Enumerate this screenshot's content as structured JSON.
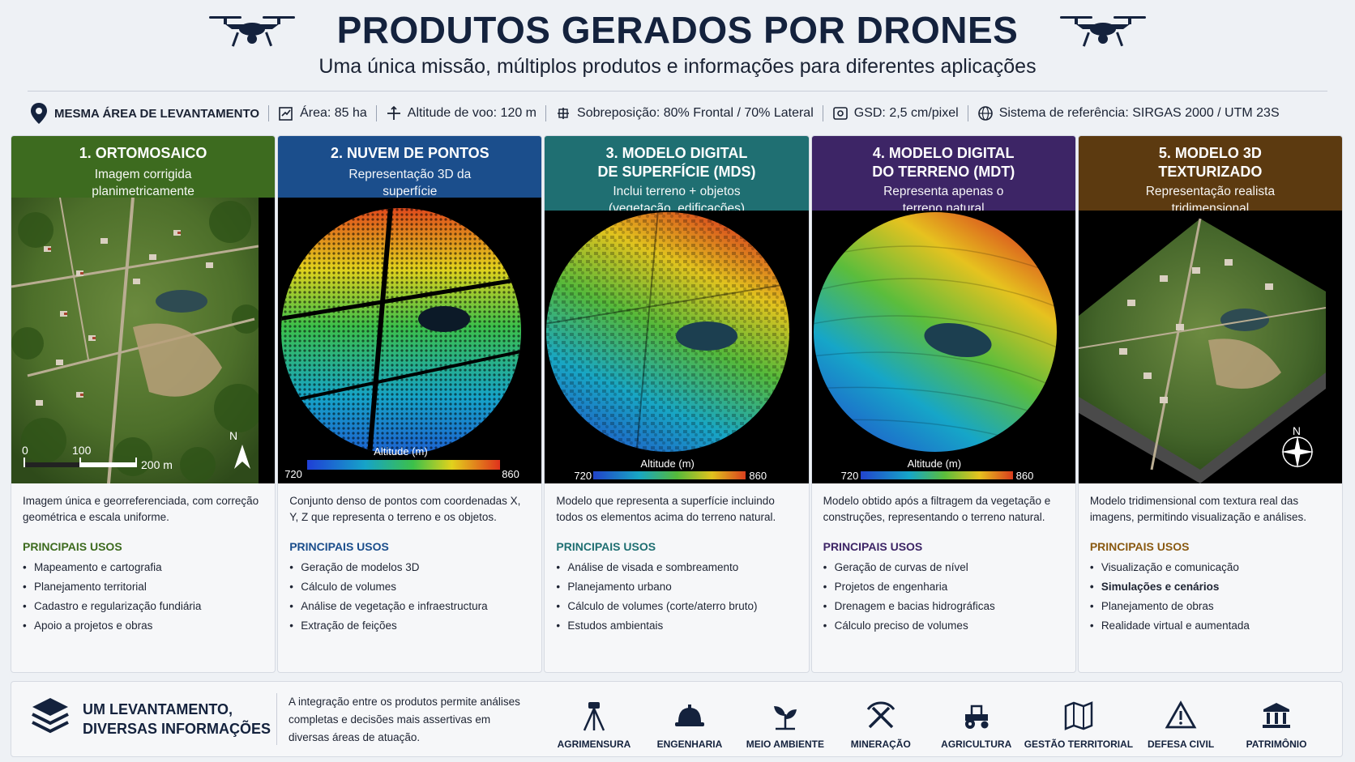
{
  "header": {
    "title": "PRODUTOS GERADOS POR DRONES",
    "subtitle": "Uma única missão, múltiplos produtos e informações para diferentes aplicações"
  },
  "infobar": {
    "main": "MESMA ÁREA DE LEVANTAMENTO",
    "area": "Área: 85 ha",
    "altitude": "Altitude de voo: 120 m",
    "overlap": "Sobreposição: 80% Frontal / 70% Lateral",
    "gsd": "GSD: 2,5 cm/pixel",
    "reference": "Sistema de referência: SIRGAS 2000 / UTM 23S"
  },
  "colors": {
    "ortho": "#3d6b1f",
    "pointcloud": "#1b4e8c",
    "mds": "#1f6f72",
    "mdt": "#3d2566",
    "model3d": "#5c3a10"
  },
  "cards": [
    {
      "title": "1. ORTOMOSAICO",
      "subtitle": "Imagem corrigida\nplanimetricamente",
      "desc": "Imagem única e georreferenciada, com correção geométrica e escala uniforme.",
      "uses_title": "PRINCIPAIS USOS",
      "uses": [
        "Mapeamento e cartografia",
        "Planejamento territorial",
        "Cadastro e regularização fundiária",
        "Apoio a projetos e obras"
      ],
      "scale": [
        "0",
        "100",
        "200 m"
      ],
      "north": "N"
    },
    {
      "title": "2. NUVEM DE PONTOS",
      "subtitle": "Representação 3D da\nsuperfície",
      "desc": "Conjunto denso de pontos com coordenadas X, Y, Z que representa o terreno e os objetos.",
      "uses_title": "PRINCIPAIS USOS",
      "uses": [
        "Geração de modelos 3D",
        "Cálculo de volumes",
        "Análise de vegetação e infraestructura",
        "Extração de feições"
      ],
      "legend_title": "Altitude (m)",
      "legend_min": "720",
      "legend_max": "860"
    },
    {
      "title": "3. MODELO DIGITAL\nDE SUPERFÍCIE (MDS)",
      "subtitle": "Inclui terreno + objetos\n(vegetação, edificações)",
      "desc": "Modelo que representa a superfície incluindo todos os elementos acima do terreno natural.",
      "uses_title": "PRINCIPAIS USOS",
      "uses": [
        "Análise de visada e sombreamento",
        "Planejamento urbano",
        "Cálculo de volumes (corte/aterro bruto)",
        "Estudos ambientais"
      ],
      "legend_title": "Altitude (m)",
      "legend_min": "720",
      "legend_max": "860"
    },
    {
      "title": "4. MODELO DIGITAL\nDO TERRENO (MDT)",
      "subtitle": "Representa apenas o\nterreno natural",
      "desc": "Modelo obtido após a filtragem da vegetação e construções, representando o terreno natural.",
      "uses_title": "PRINCIPAIS USOS",
      "uses": [
        "Geração de curvas de nível",
        "Projetos de engenharia",
        "Drenagem e bacias hidrográficas",
        "Cálculo preciso de volumes"
      ],
      "legend_title": "Altitude (m)",
      "legend_min": "720",
      "legend_max": "860"
    },
    {
      "title": "5. MODELO 3D\nTEXTURIZADO",
      "subtitle": "Representação realista\ntridimensional",
      "desc": "Modelo tridimensional com textura real das imagens, permitindo visualização e análises.",
      "uses_title": "PRINCIPAIS USOS",
      "uses": [
        "Visualização e comunicação",
        "Simulações e cenários",
        "Planejamento de obras",
        "Realidade virtual e aumentada"
      ],
      "north": "N"
    }
  ],
  "footer": {
    "title": "UM LEVANTAMENTO,\nDIVERSAS INFORMAÇÕES",
    "desc": "A integração entre os produtos permite análises completas e decisões mais assertivas em diversas áreas de atuação.",
    "apps": [
      {
        "label": "AGRIMENSURA",
        "icon": "tripod-icon"
      },
      {
        "label": "ENGENHARIA",
        "icon": "hardhat-icon"
      },
      {
        "label": "MEIO AMBIENTE",
        "icon": "leaf-icon"
      },
      {
        "label": "MINERAÇÃO",
        "icon": "pickaxe-icon"
      },
      {
        "label": "AGRICULTURA",
        "icon": "tractor-icon"
      },
      {
        "label": "GESTÃO TERRITORIAL",
        "icon": "map-icon"
      },
      {
        "label": "DEFESA CIVIL",
        "icon": "warning-icon"
      },
      {
        "label": "PATRIMÔNIO",
        "icon": "museum-icon"
      }
    ]
  }
}
